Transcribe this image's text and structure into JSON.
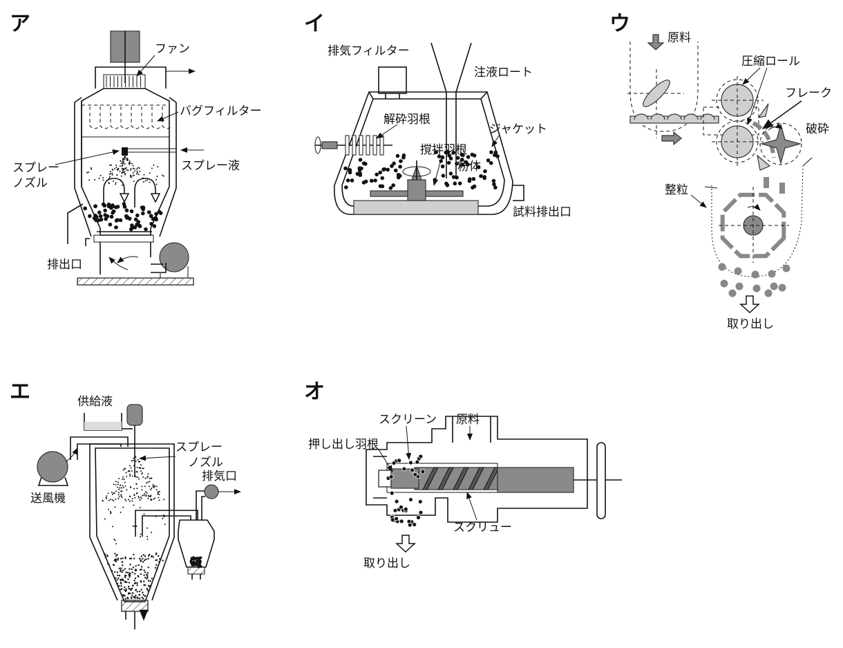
{
  "panels": {
    "a": {
      "letter": "ア",
      "labels": {
        "fan": "ファン",
        "bag_filter": "バグフィルター",
        "spray_nozzle_1": "スプレー",
        "spray_nozzle_2": "ノズル",
        "spray_liquid": "スプレー液",
        "outlet": "排出口"
      }
    },
    "i": {
      "letter": "イ",
      "labels": {
        "exhaust_filter": "排気フィルター",
        "funnel": "注液ロート",
        "crush_blade": "解砕羽根",
        "jacket": "ジャケット",
        "stir_blade": "撹拌羽根",
        "powder": "粉体",
        "sample_outlet": "試料排出口"
      }
    },
    "u": {
      "letter": "ウ",
      "labels": {
        "raw": "原料",
        "press_roll": "圧縮ロール",
        "flake": "フレーク",
        "crush": "破砕",
        "sizing": "整粒",
        "takeout": "取り出し"
      }
    },
    "e": {
      "letter": "エ",
      "labels": {
        "feed_liquid": "供給液",
        "spray_nozzle_1": "スプレー",
        "spray_nozzle_2": "ノズル",
        "exhaust": "排気口",
        "blower": "送風機"
      }
    },
    "o": {
      "letter": "オ",
      "labels": {
        "screen": "スクリーン",
        "raw": "原料",
        "push_blade": "押し出し羽根",
        "screw": "スクリュー",
        "takeout": "取り出し"
      }
    }
  }
}
